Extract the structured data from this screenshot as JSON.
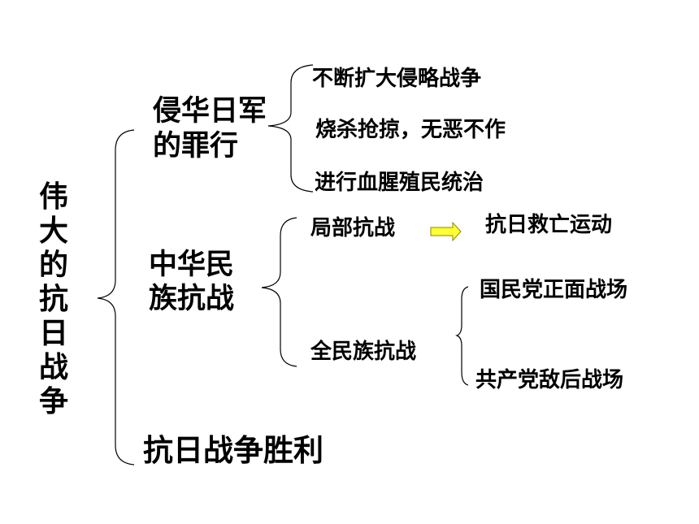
{
  "root": "伟大的抗日战争",
  "crimes": {
    "title": "侵华日军的罪行",
    "items": [
      "不断扩大侵略战争",
      "烧杀抢掠，无恶不作",
      "进行血腥殖民统治"
    ]
  },
  "resistance": {
    "title": "中华民族抗战",
    "partial": {
      "label": "局部抗战",
      "result": "抗日救亡运动"
    },
    "full": {
      "label": "全民族抗战",
      "items": [
        "国民党正面战场",
        "共产党敌后战场"
      ]
    }
  },
  "victory": "抗日战争胜利",
  "colors": {
    "arrow_fill": "#ffff33",
    "arrow_stroke": "#8a8a00"
  }
}
